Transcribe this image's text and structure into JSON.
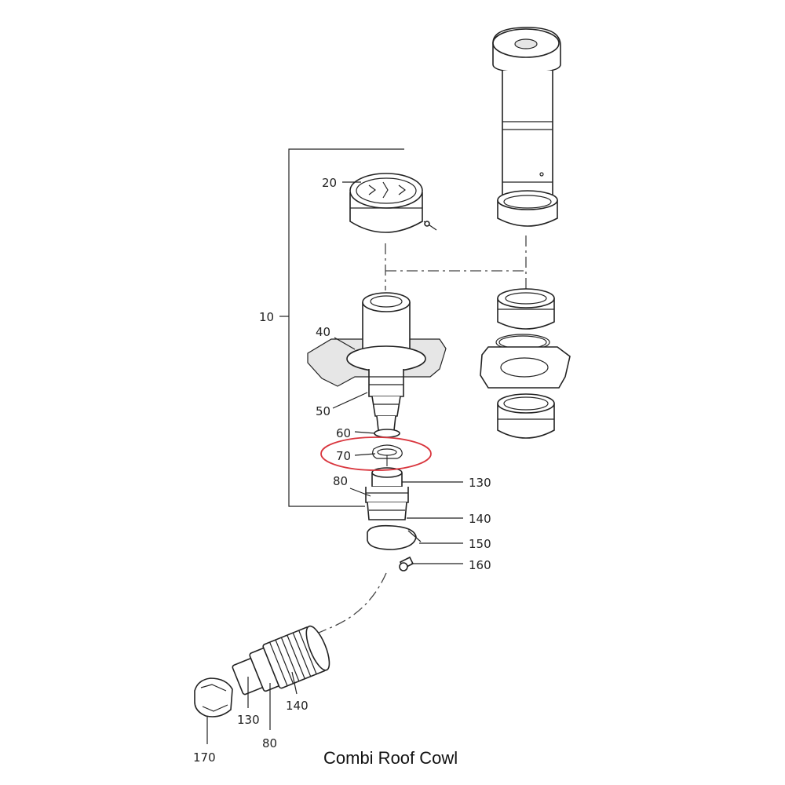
{
  "caption": "Combi Roof Cowl",
  "highlight_color": "#d9363e",
  "callouts": {
    "p10": "10",
    "p20": "20",
    "p40": "40",
    "p50": "50",
    "p60": "60",
    "p70": "70",
    "p80a": "80",
    "p130a": "130",
    "p140a": "140",
    "p150": "150",
    "p160": "160",
    "p130b": "130",
    "p140b": "140",
    "p80b": "80",
    "p170": "170"
  }
}
